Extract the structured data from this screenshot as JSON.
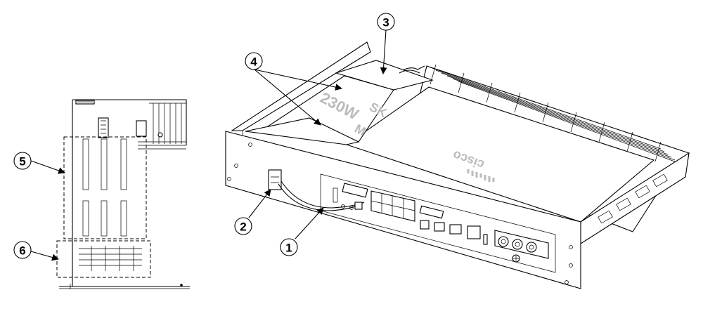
{
  "callouts": [
    {
      "id": "1",
      "label": "1"
    },
    {
      "id": "2",
      "label": "2"
    },
    {
      "id": "3",
      "label": "3"
    },
    {
      "id": "4",
      "label": "4"
    },
    {
      "id": "5",
      "label": "5"
    },
    {
      "id": "6",
      "label": "6"
    }
  ],
  "product_markings": {
    "brand_logo": "cisco",
    "module_wattage": "230W",
    "module_text_a": "M",
    "module_text_b": "SK"
  }
}
